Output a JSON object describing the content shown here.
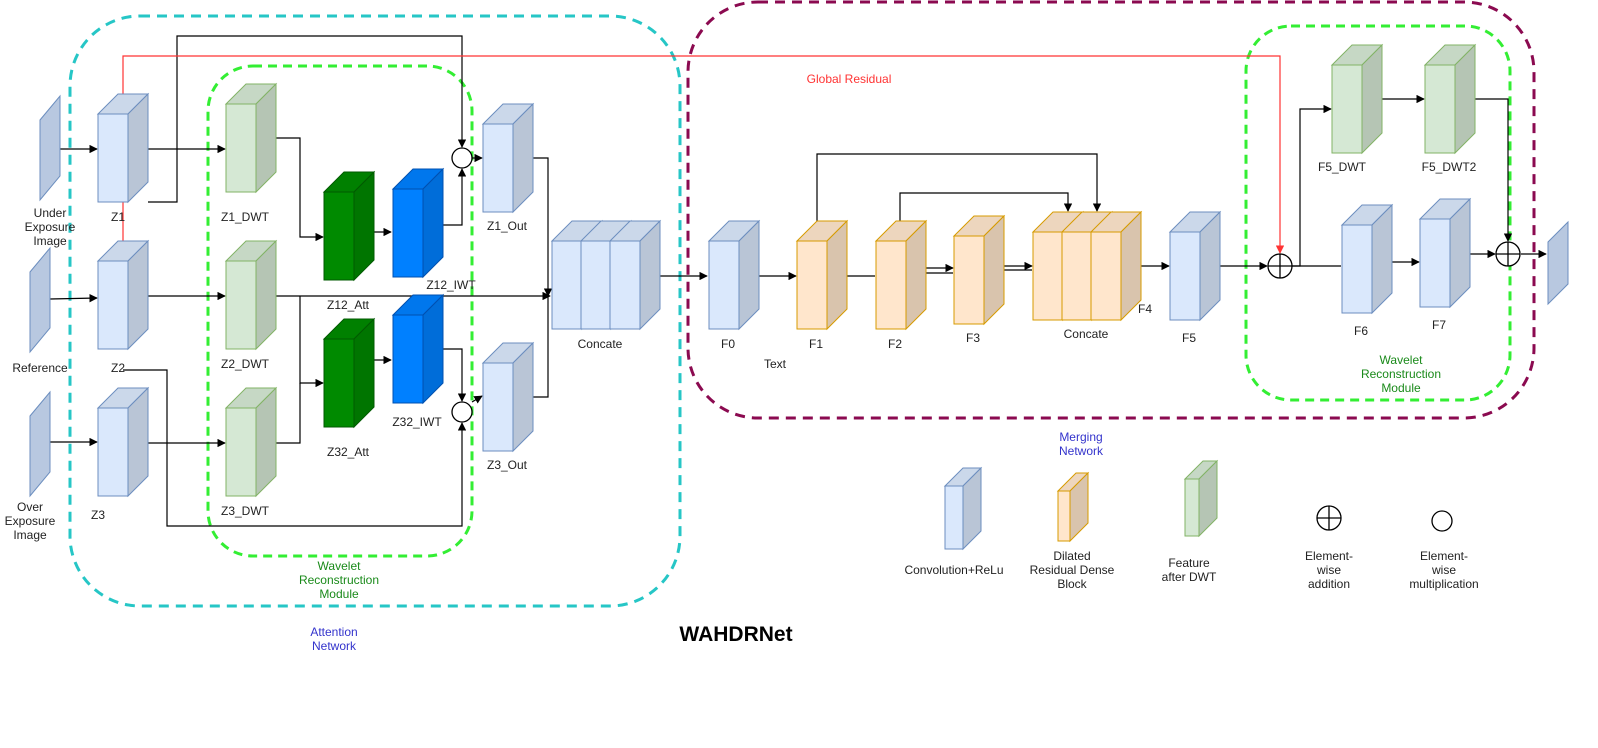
{
  "title": "WAHDRNet",
  "inputs": {
    "under": [
      "Under",
      "Exposure",
      "Image"
    ],
    "reference": "Reference",
    "over": [
      "Over",
      "Exposure",
      "Image"
    ]
  },
  "labels": {
    "z1": "Z1",
    "z2": "Z2",
    "z3": "Z3",
    "z1_dwt": "Z1_DWT",
    "z2_dwt": "Z2_DWT",
    "z3_dwt": "Z3_DWT",
    "z12_att": "Z12_Att",
    "z32_att": "Z32_Att",
    "z12_iwt": "Z12_IWT",
    "z32_iwt": "Z32_IWT",
    "z1_out": "Z1_Out",
    "z3_out": "Z3_Out",
    "concat_a": "Concate",
    "f0": "F0",
    "text": "Text",
    "f1": "F1",
    "f2": "F2",
    "f3": "F3",
    "f4": "F4",
    "concat_m": "Concate",
    "f5": "F5",
    "f5_dwt": "F5_DWT",
    "f5_dwt2": "F5_DWT2",
    "f6": "F6",
    "f7": "F7",
    "global_residual": "Global Residual"
  },
  "modules": {
    "attention_network": [
      "Attention",
      "Network"
    ],
    "merging_network": [
      "Merging",
      "Network"
    ],
    "wavelet_left": [
      "Wavelet",
      "Reconstruction",
      "Module"
    ],
    "wavelet_right": [
      "Wavelet",
      "Reconstruction",
      "Module"
    ]
  },
  "legend": {
    "conv": "Convolution+ReLu",
    "drdb": [
      "Dilated",
      "Residual Dense",
      "Block"
    ],
    "dwt": [
      "Feature",
      "after DWT"
    ],
    "add": [
      "Element-",
      "wise",
      "addition"
    ],
    "mul": [
      "Element-",
      "wise",
      "multiplication"
    ]
  },
  "colors": {
    "conv_fill": "#dae8fc",
    "conv_stroke": "#6c8ebf",
    "drdb_fill": "#ffe6cc",
    "drdb_stroke": "#d79b00",
    "dwt_fill": "#d5e8d4",
    "dwt_stroke": "#82b366",
    "att_fill": "#008a00",
    "iwt_fill": "#0080ff",
    "attention_border": "#26c6c6",
    "merging_border": "#8b0a50",
    "wavelet_border": "#33ee33",
    "residual": "#ff3333",
    "module_text_blue": "#3333cc",
    "module_text_green": "#1a8a1a"
  }
}
